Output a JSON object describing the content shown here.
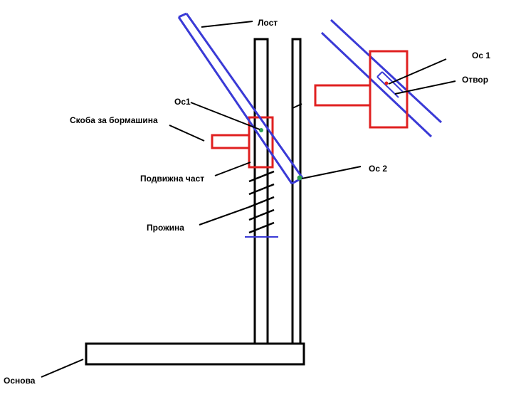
{
  "labels": {
    "lever": "Лост",
    "axis1_top": "Ос 1",
    "hole": "Отвор",
    "axis1_main": "Ос1",
    "drill_bracket": "Скоба за бормашина",
    "axis2": "Ос 2",
    "moving_part": "Подвижна част",
    "spring": "Прожина",
    "base": "Основа"
  },
  "colors": {
    "structure": "#000000",
    "lever": "#3a3ad6",
    "bracket": "#e02020",
    "pivot": "#2aa050"
  }
}
